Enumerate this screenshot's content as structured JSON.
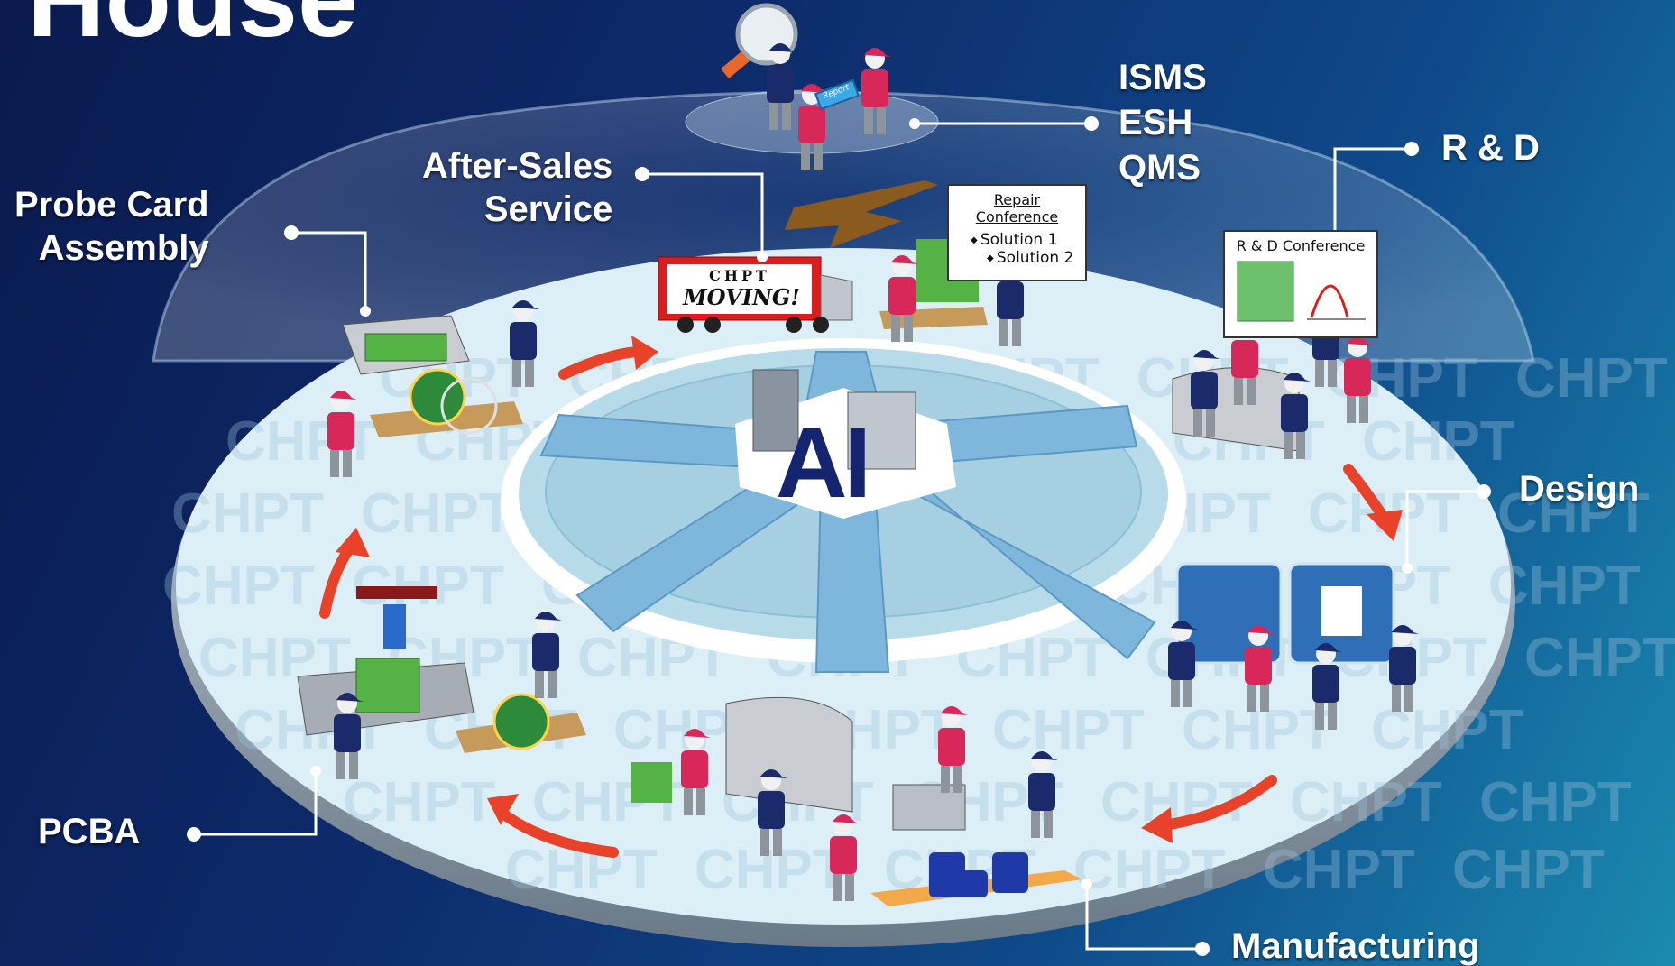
{
  "title": "House",
  "labels": {
    "isms": "ISMS",
    "esh": "ESH",
    "qms": "QMS",
    "rd": "R & D",
    "after_sales": "After-Sales\nService",
    "probe_card": "Probe Card\nAssembly",
    "design": "Design",
    "pcba": "PCBA",
    "manufacturing": "Manufacturing"
  },
  "center": "AI",
  "watermark": "CHPT",
  "truck": {
    "brand": "CHPT",
    "slogan": "MOVING!"
  },
  "repair_board": {
    "title": "Repair Conference",
    "items": [
      "Solution 1",
      "Solution 2"
    ]
  },
  "rd_board": {
    "title": "R & D Conference"
  },
  "report_label": "Report",
  "colors": {
    "accent_arrow": "#e8432a",
    "disc": "#dceef6",
    "road": "#7fb6dc",
    "worker_blue": "#1a2a6a",
    "worker_pink": "#d8285a"
  }
}
